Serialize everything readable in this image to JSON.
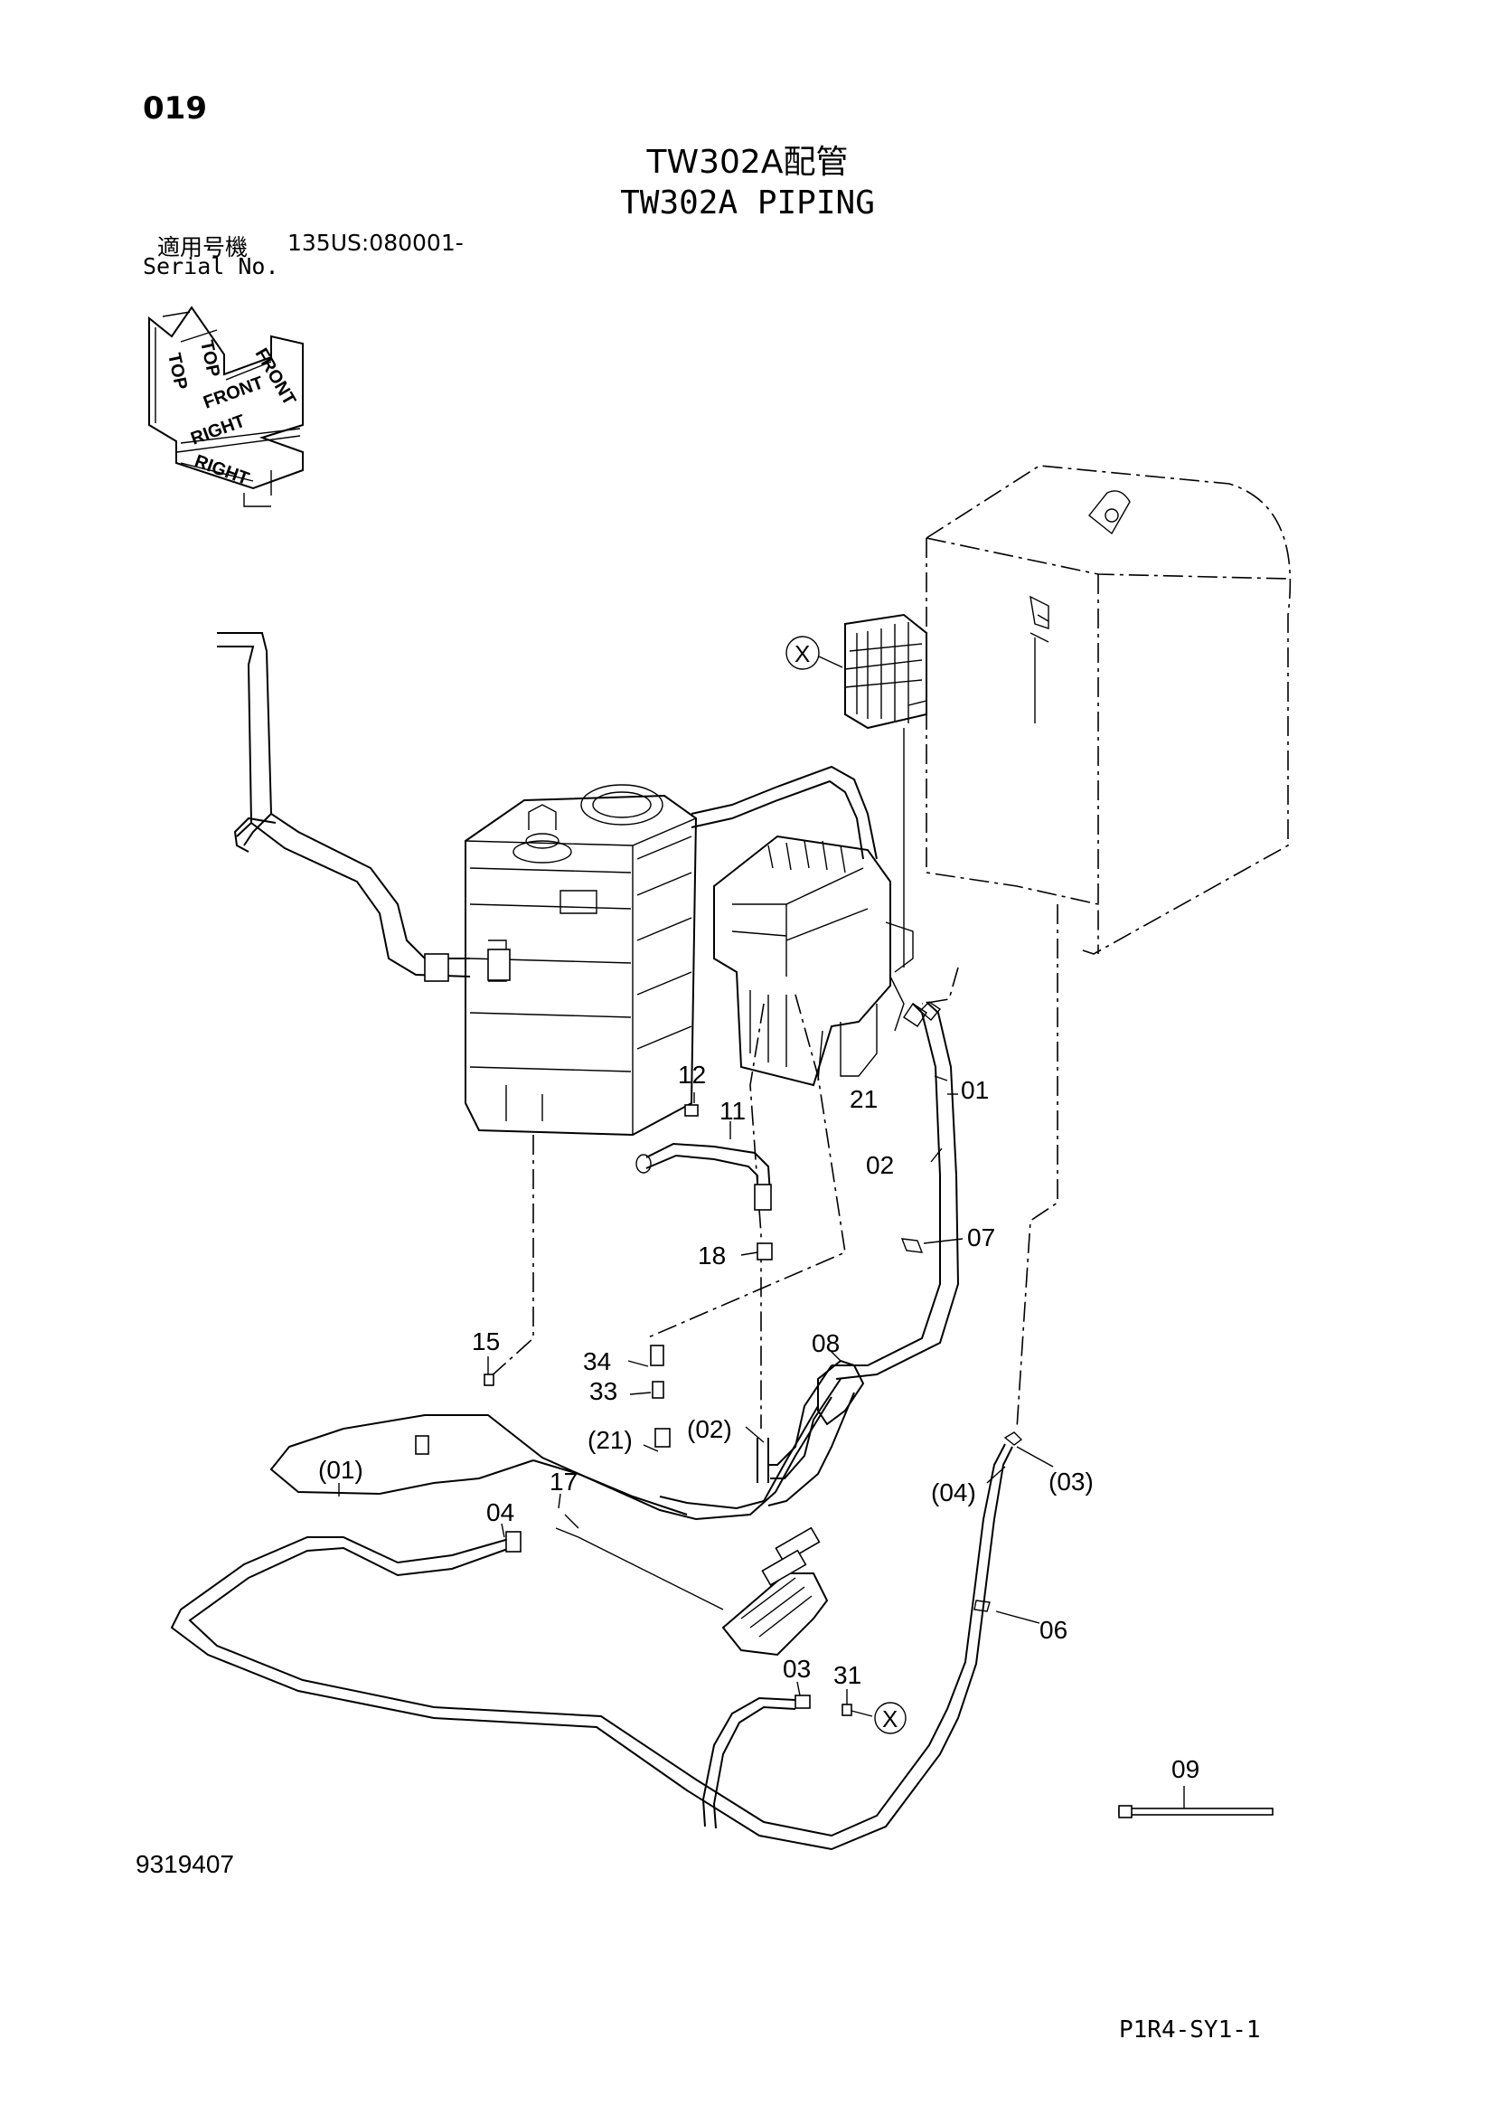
{
  "header": {
    "page_number": "019",
    "title_jp": "TW302A配管",
    "title_en": "TW302A PIPING",
    "serial_label_jp": "適用号機",
    "serial_value": "135US:080001-",
    "serial_label_en": "Serial No."
  },
  "orientation": {
    "top": "TOP",
    "front": "FRONT",
    "right": "RIGHT"
  },
  "detail_marker": "X",
  "callouts": {
    "p01": "01",
    "p02": "02",
    "p03": "03",
    "p04": "04",
    "p06": "06",
    "p07": "07",
    "p08": "08",
    "p09": "09",
    "p11": "11",
    "p12": "12",
    "p15": "15",
    "p17": "17",
    "p18": "18",
    "p21": "21",
    "p31": "31",
    "p33": "33",
    "p34": "34",
    "r01": "(01)",
    "r02": "(02)",
    "r03": "(03)",
    "r04": "(04)",
    "r21": "(21)"
  },
  "footer": {
    "drawing_number": "9319407",
    "sheet_reference": "P1R4-SY1-1"
  }
}
